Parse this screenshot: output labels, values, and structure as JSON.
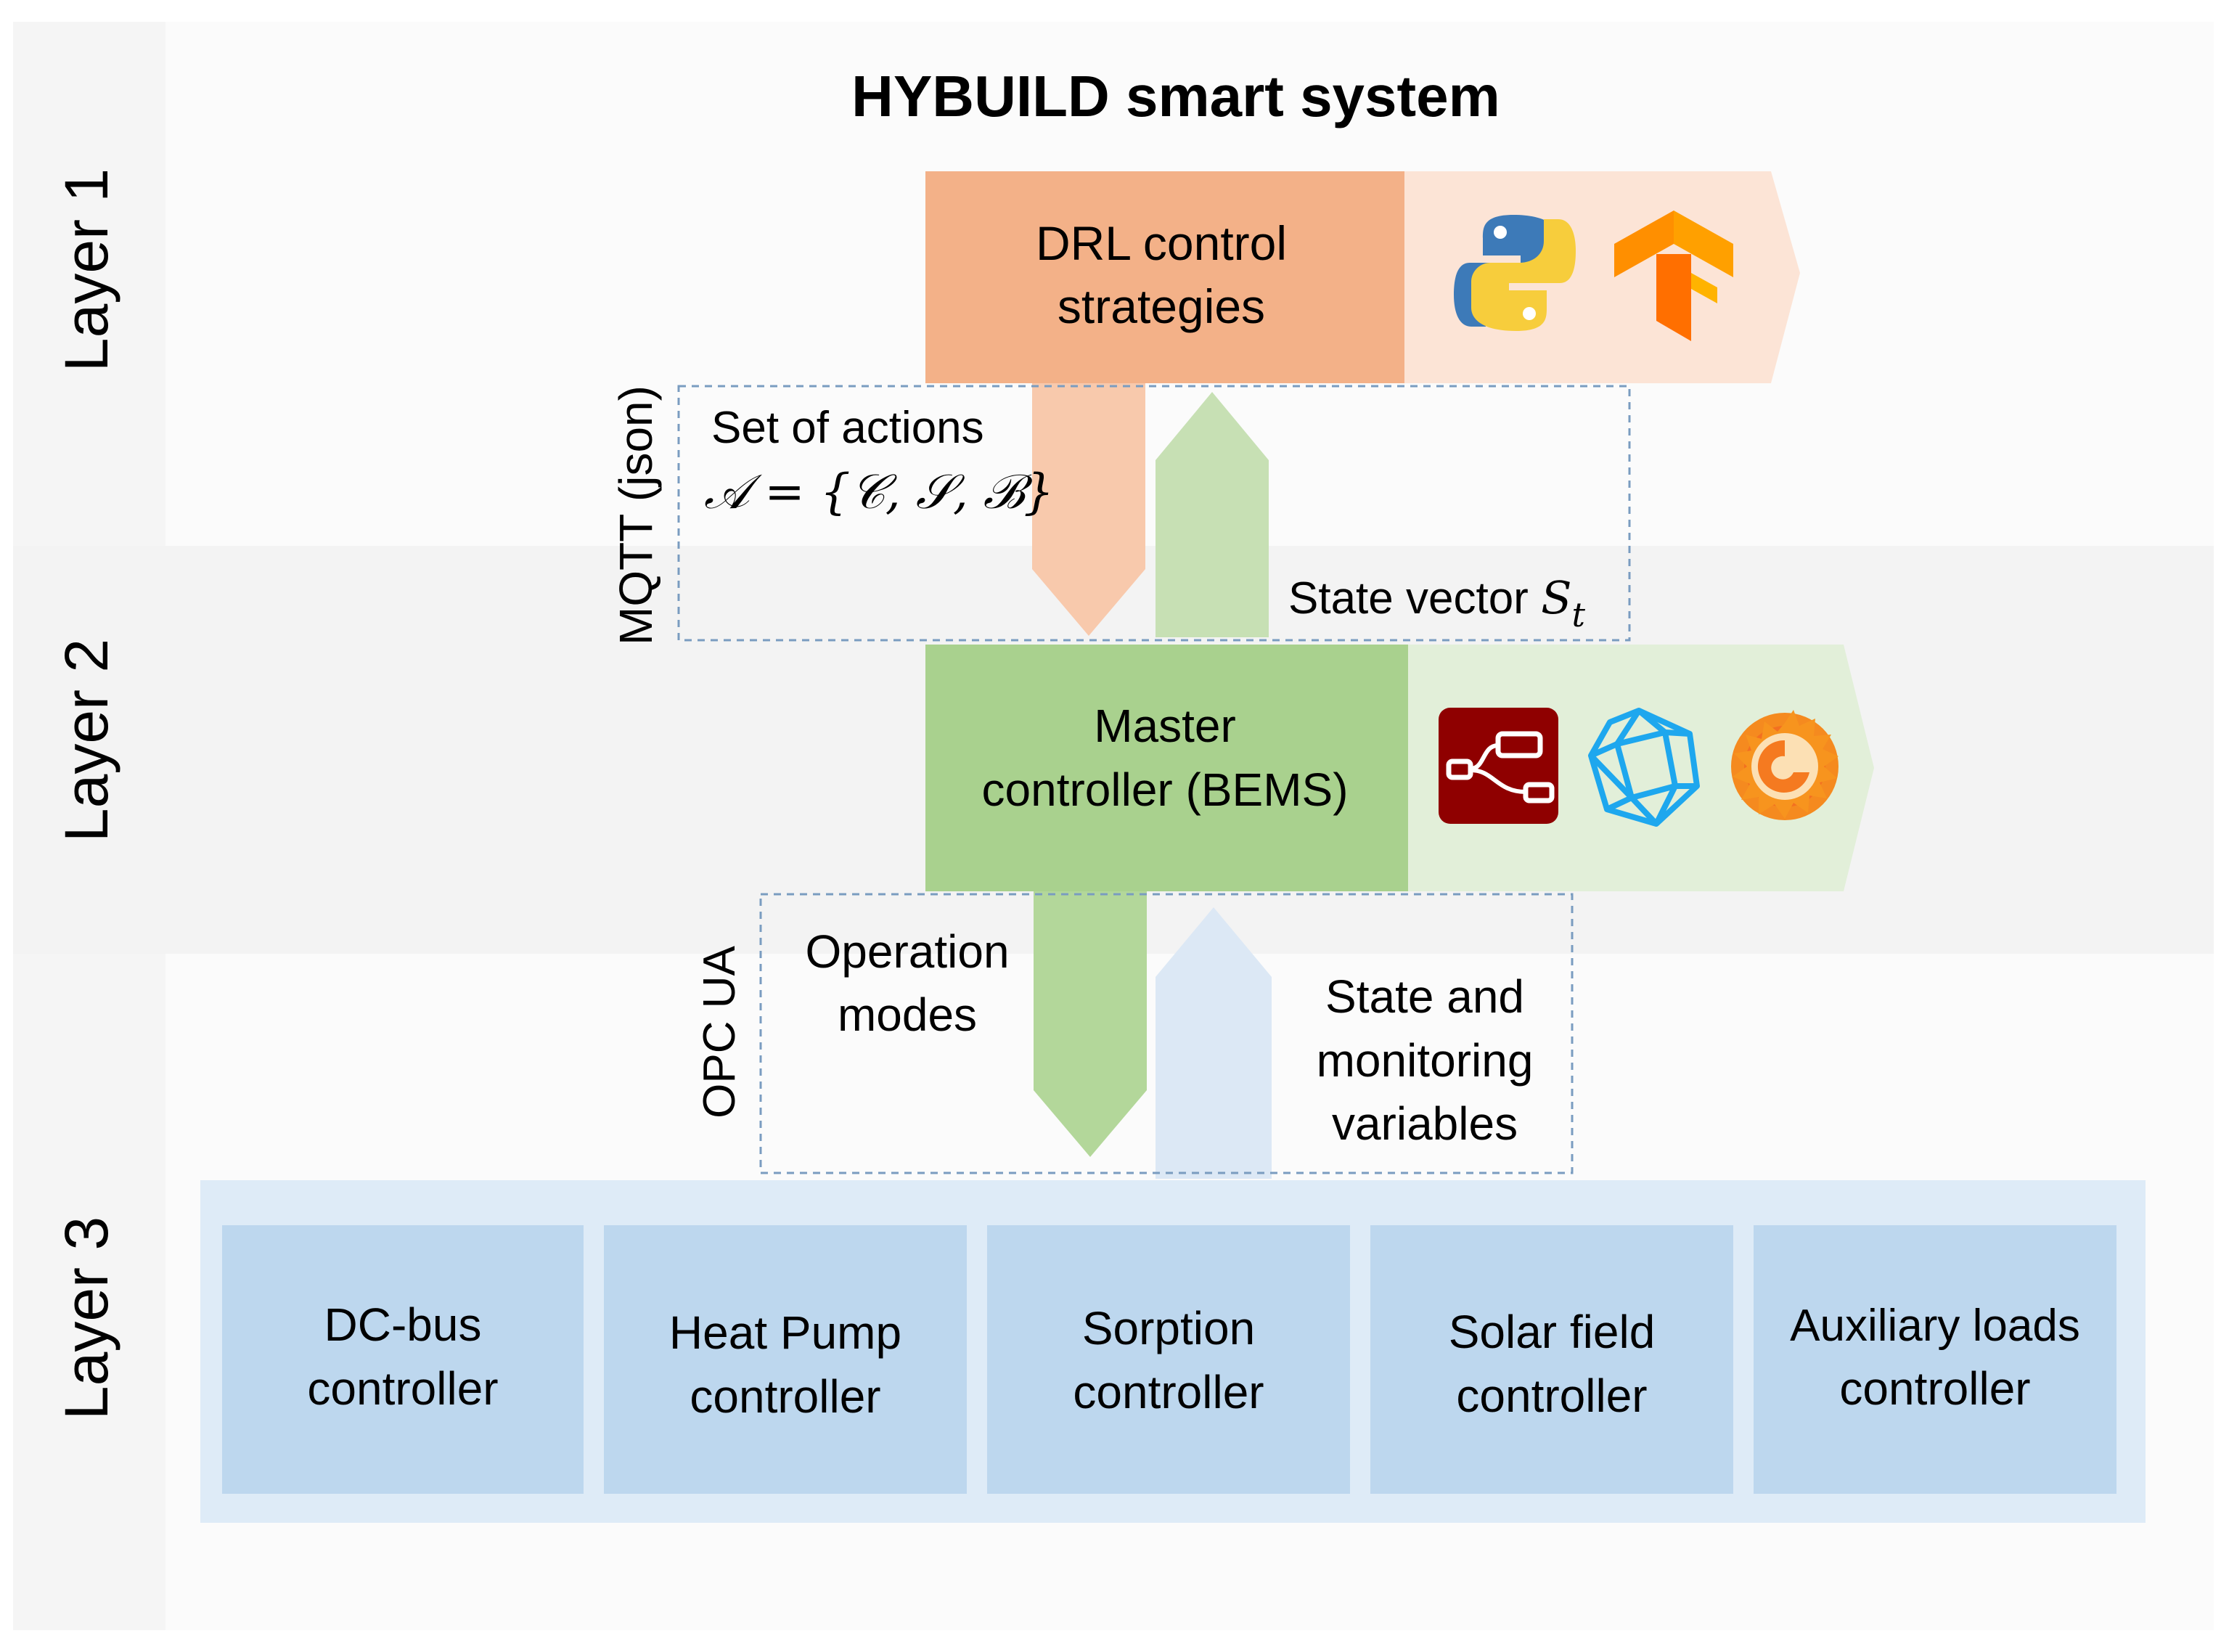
{
  "title": "HYBUILD smart system",
  "layers": {
    "layer1": "Layer 1",
    "layer2": "Layer 2",
    "layer3": "Layer 3"
  },
  "layer1": {
    "drl_line1": "DRL control",
    "drl_line2": "strategies",
    "tools": [
      "python-logo-icon",
      "tensorflow-logo-icon"
    ]
  },
  "protocol_top": "MQTT (json)",
  "actions": {
    "line1": "Set of actions",
    "formula": "𝒜 = {𝒞, 𝒮, ℬ}"
  },
  "state_vector": {
    "label": "State vector ",
    "symbol": "S",
    "subscript": "t"
  },
  "layer2": {
    "master_line1": "Master",
    "master_line2": "controller (BEMS)",
    "tools": [
      "node-red-logo-icon",
      "icosahedron-logo-icon",
      "grafana-logo-icon"
    ]
  },
  "protocol_bottom": "OPC UA",
  "operation_modes": {
    "line1": "Operation",
    "line2": "modes"
  },
  "state_monitoring": {
    "line1": "State and",
    "line2": "monitoring",
    "line3": "variables"
  },
  "controllers": [
    {
      "line1": "DC-bus",
      "line2": "controller"
    },
    {
      "line1": "Heat Pump",
      "line2": "controller"
    },
    {
      "line1": "Sorption",
      "line2": "controller"
    },
    {
      "line1": "Solar field",
      "line2": "controller"
    },
    {
      "line1": "Auxiliary loads",
      "line2": "controller"
    }
  ],
  "colors": {
    "drl_box": "#F3B188",
    "drl_band": "#FCE4D6",
    "action_arrow": "#F8C9AC",
    "state_arrow_green": "#C7E0B4",
    "master_box": "#A9D18E",
    "master_band": "#E2EFD9",
    "mode_arrow": "#B3D79A",
    "state_arrow_blue": "#DCE8F5",
    "layer3_panel": "#DEEBF7",
    "controller_box": "#BDD7EE",
    "dashed": "#7A9CC0"
  }
}
